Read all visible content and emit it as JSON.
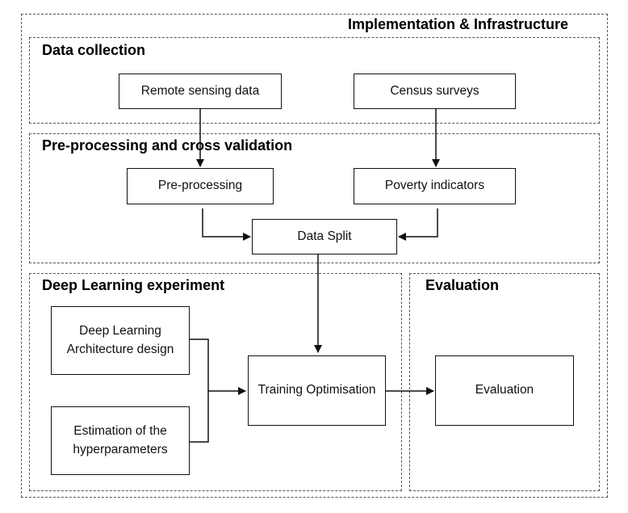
{
  "diagram": {
    "outer_title": "Implementation & Infrastructure",
    "sections": {
      "data_collection": "Data collection",
      "preprocessing": "Pre-processing and cross validation",
      "deep_learning": "Deep Learning experiment",
      "evaluation": "Evaluation"
    },
    "nodes": {
      "remote_sensing": "Remote sensing data",
      "census": "Census surveys",
      "preprocessing": "Pre-processing",
      "poverty": "Poverty indicators",
      "data_split": "Data Split",
      "architecture": "Deep Learning\nArchitecture design",
      "hyperparameters": "Estimation of the\nhyperparameters",
      "training": "Training Optimisation",
      "evaluation": "Evaluation"
    },
    "edges": [
      {
        "from": "remote_sensing",
        "to": "preprocessing"
      },
      {
        "from": "census",
        "to": "poverty"
      },
      {
        "from": "preprocessing",
        "to": "data_split"
      },
      {
        "from": "poverty",
        "to": "data_split"
      },
      {
        "from": "data_split",
        "to": "training"
      },
      {
        "from": "architecture",
        "to": "training"
      },
      {
        "from": "hyperparameters",
        "to": "training"
      },
      {
        "from": "training",
        "to": "evaluation"
      }
    ]
  }
}
